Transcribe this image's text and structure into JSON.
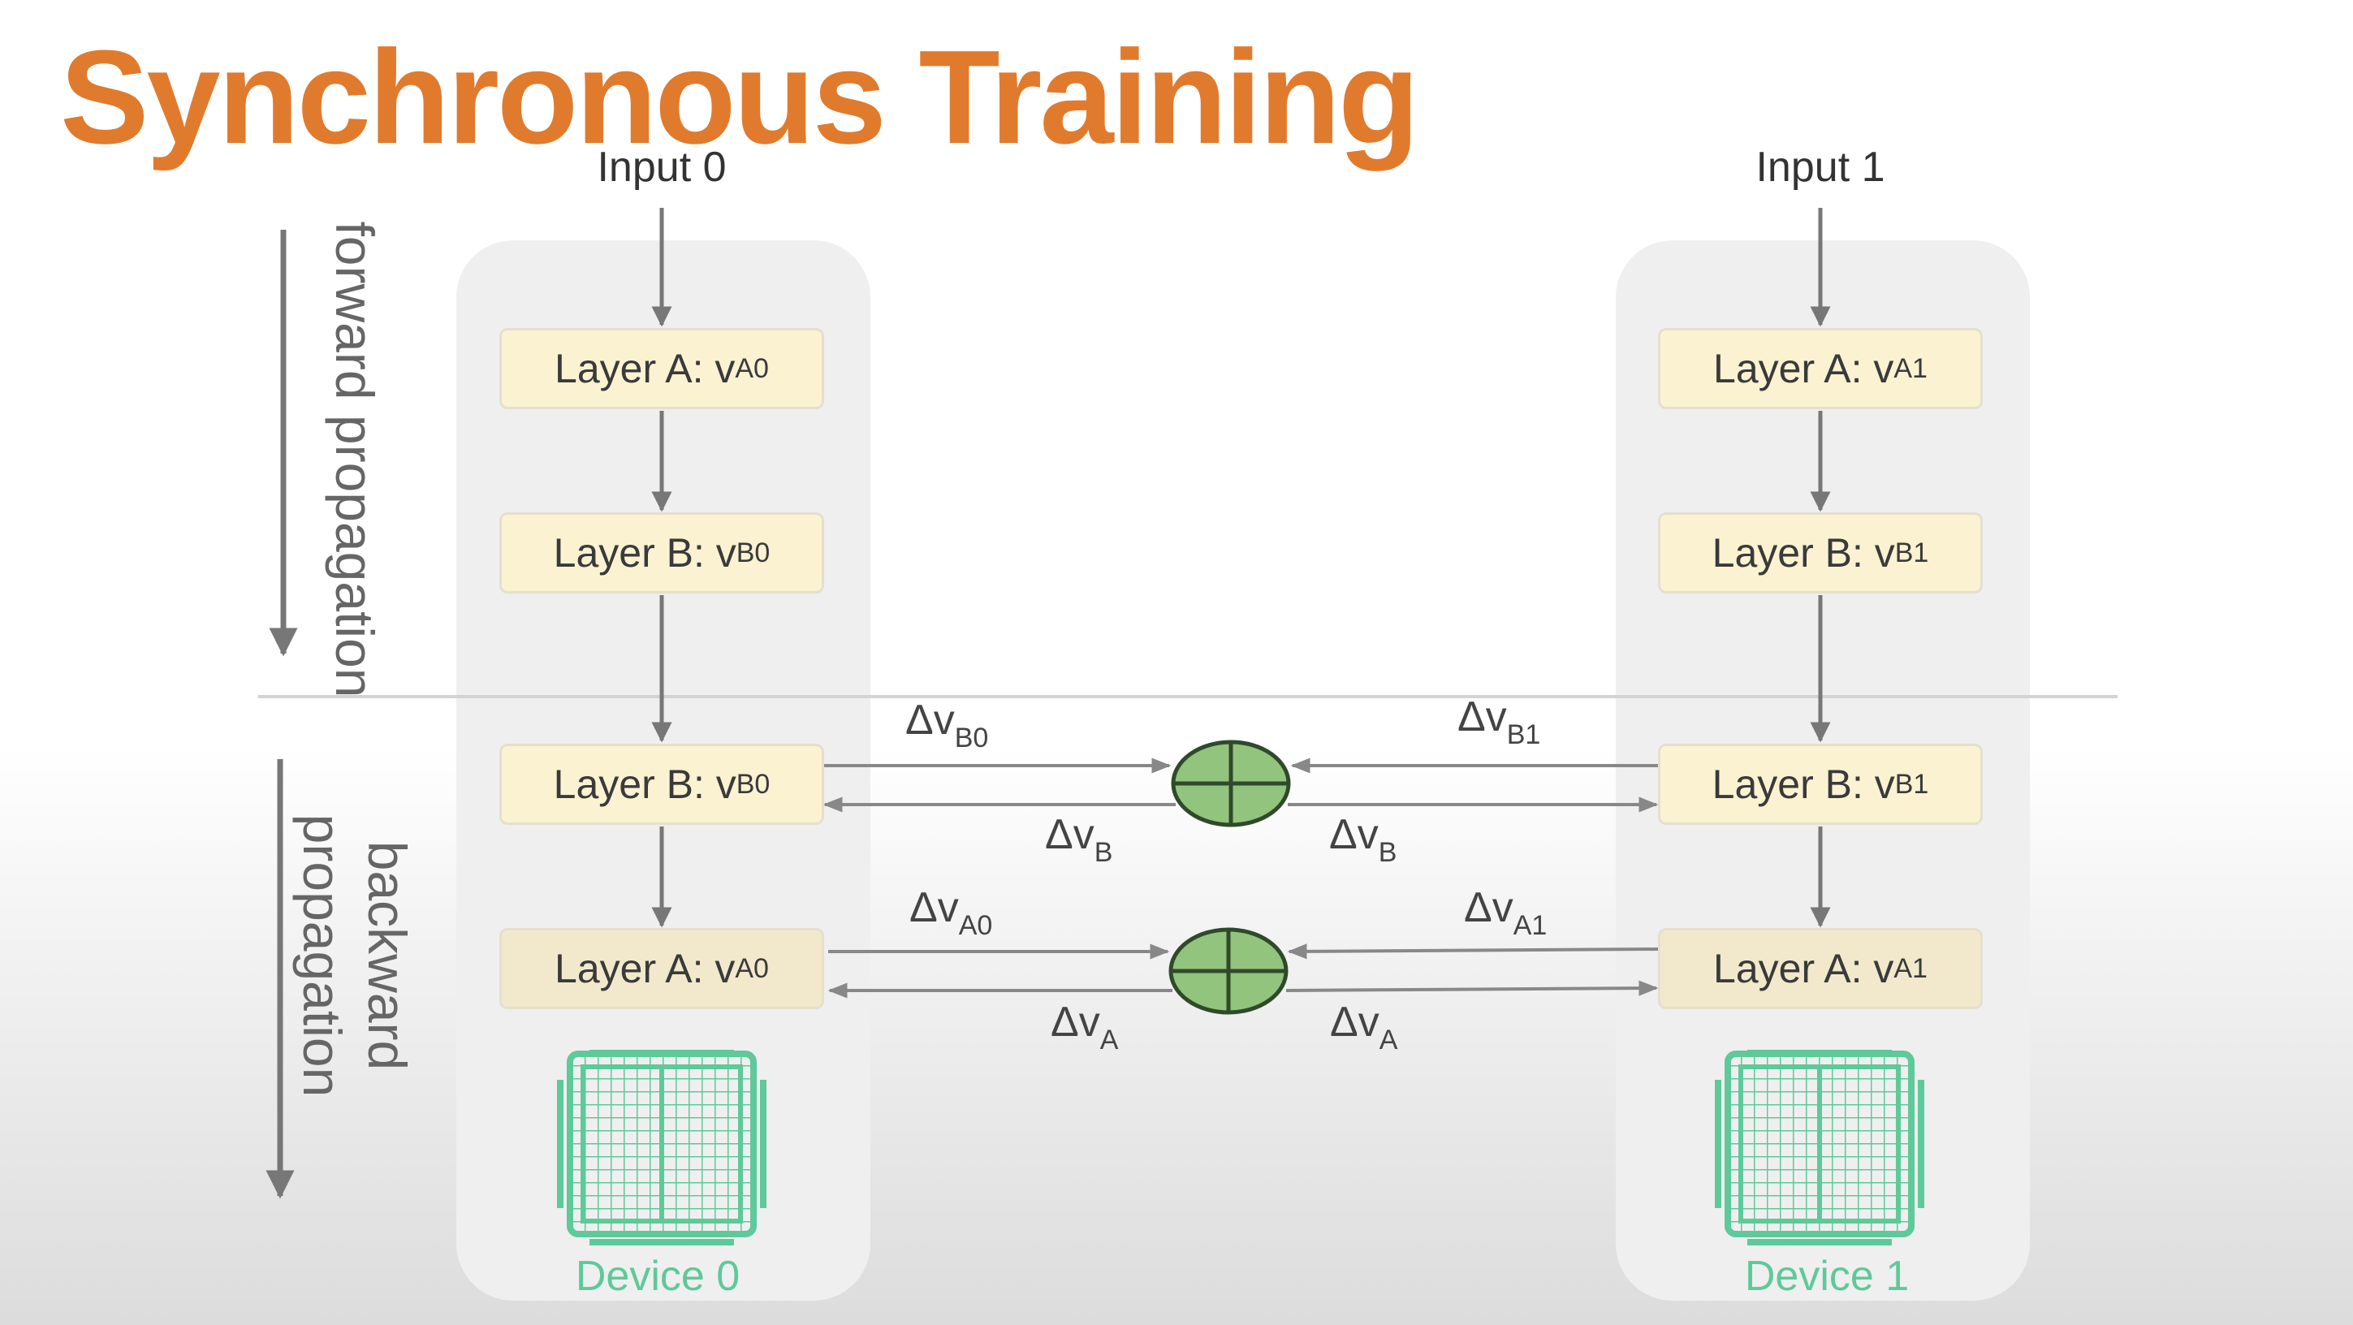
{
  "title": "Synchronous Training",
  "inputs": [
    "Input 0",
    "Input 1"
  ],
  "devices": [
    "Device 0",
    "Device 1"
  ],
  "side_labels": {
    "forward": "forward propagation",
    "backward": "backward propagation"
  },
  "layers": {
    "d0": {
      "fwd_a": {
        "label": "Layer A: v",
        "sub": "A0"
      },
      "fwd_b": {
        "label": "Layer B: v",
        "sub": "B0"
      },
      "bwd_b": {
        "label": "Layer B: v",
        "sub": "B0"
      },
      "bwd_a": {
        "label": "Layer A: v",
        "sub": "A0"
      }
    },
    "d1": {
      "fwd_a": {
        "label": "Layer A: v",
        "sub": "A1"
      },
      "fwd_b": {
        "label": "Layer B: v",
        "sub": "B1"
      },
      "bwd_b": {
        "label": "Layer B: v",
        "sub": "B1"
      },
      "bwd_a": {
        "label": "Layer A: v",
        "sub": "A1"
      }
    }
  },
  "gradients": {
    "b0": {
      "label": "Δv",
      "sub": "B0"
    },
    "b1": {
      "label": "Δv",
      "sub": "B1"
    },
    "b_left": {
      "label": "Δv",
      "sub": "B"
    },
    "b_right": {
      "label": "Δv",
      "sub": "B"
    },
    "a0": {
      "label": "Δv",
      "sub": "A0"
    },
    "a1": {
      "label": "Δv",
      "sub": "A1"
    },
    "a_left": {
      "label": "Δv",
      "sub": "A"
    },
    "a_right": {
      "label": "Δv",
      "sub": "A"
    }
  },
  "colors": {
    "title": "#e07b2e",
    "layer_fill": "#fbf2d2",
    "device_green": "#5ec99a",
    "allreduce_fill": "#93c47d",
    "arrow": "#777777"
  },
  "icons": [
    "chip-icon",
    "allreduce-sum-icon"
  ]
}
